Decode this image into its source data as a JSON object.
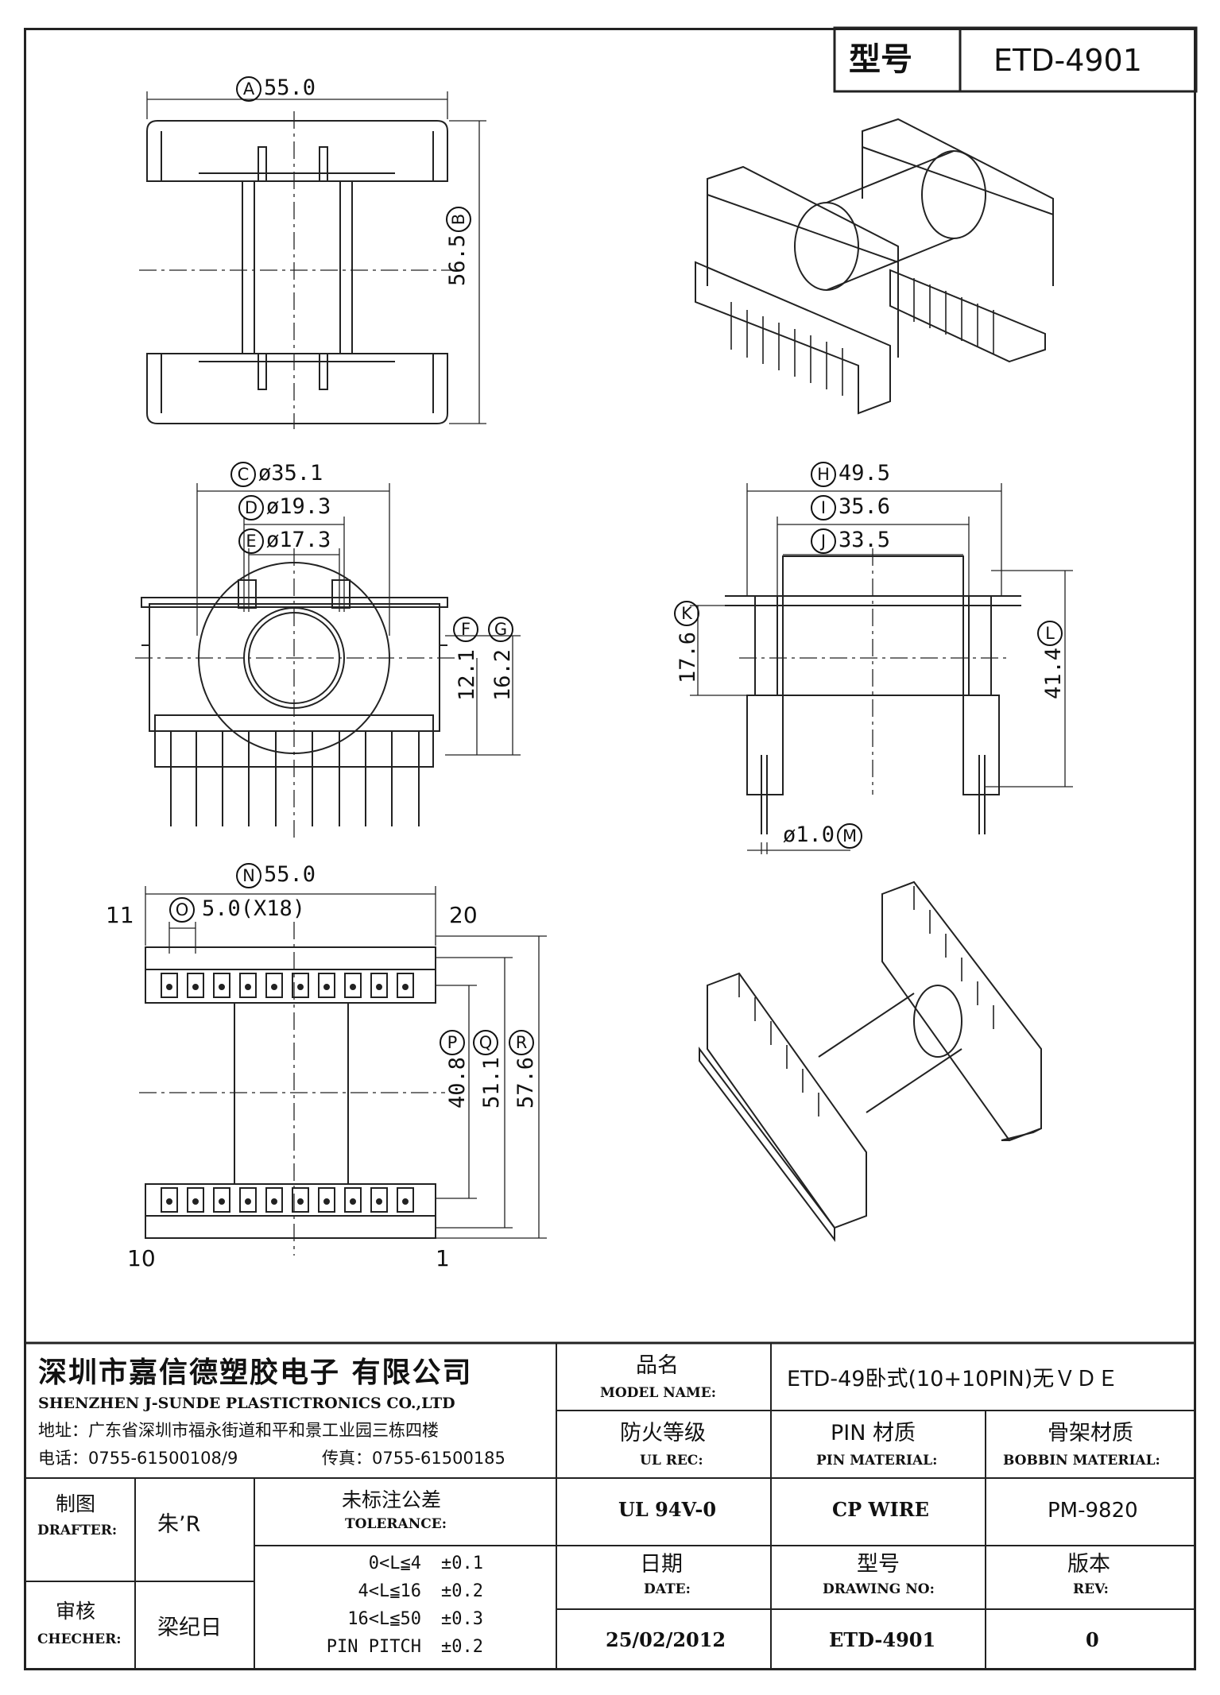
{
  "header": {
    "model_label": "型号",
    "model_value": "ETD-4901"
  },
  "top_view": {
    "A": {
      "tag": "A",
      "value": "55.0"
    },
    "B": {
      "tag": "B",
      "value": "56.5"
    }
  },
  "front_view": {
    "C": {
      "tag": "C",
      "value": "ø35.1"
    },
    "D": {
      "tag": "D",
      "value": "ø19.3"
    },
    "E": {
      "tag": "E",
      "value": "ø17.3"
    },
    "F": {
      "tag": "F",
      "value": "12.1"
    },
    "G": {
      "tag": "G",
      "value": "16.2"
    }
  },
  "side_view": {
    "H": {
      "tag": "H",
      "value": "49.5"
    },
    "I": {
      "tag": "I",
      "value": "35.6"
    },
    "J": {
      "tag": "J",
      "value": "33.5"
    },
    "K": {
      "tag": "K",
      "value": "17.6"
    },
    "L": {
      "tag": "L",
      "value": "41.4"
    },
    "M": {
      "tag": "M",
      "value": "ø1.0"
    }
  },
  "bottom_view": {
    "N": {
      "tag": "N",
      "value": "55.0"
    },
    "O": {
      "tag": "O",
      "value": "5.0(X18)"
    },
    "P": {
      "tag": "P",
      "value": "40.8"
    },
    "Q": {
      "tag": "Q",
      "value": "51.1"
    },
    "R": {
      "tag": "R",
      "value": "57.6"
    },
    "pin_tl": "11",
    "pin_tr": "20",
    "pin_bl": "10",
    "pin_br": "1"
  },
  "company": {
    "name_cn": "深圳市嘉信德塑胶电子 有限公司",
    "name_en": "SHENZHEN J-SUNDE PLASTICTRONICS CO.,LTD",
    "address": "地址：广东省深圳市福永街道和平和景工业园三栋四楼",
    "tel": "电话：0755-61500108/9",
    "fax": "传真：0755-61500185"
  },
  "titleblock": {
    "model_name_cn": "品名",
    "model_name_en": "MODEL NAME:",
    "model_name_value": "ETD-49卧式(10+10PIN)无ＶＤＥ",
    "ul_cn": "防火等级",
    "ul_en": "UL REC:",
    "ul_value": "UL 94V-0",
    "pin_cn": "PIN 材质",
    "pin_en": "PIN MATERIAL:",
    "pin_value": "CP WIRE",
    "bob_cn": "骨架材质",
    "bob_en": "BOBBIN MATERIAL:",
    "bob_value": "PM-9820",
    "drafter_cn": "制图",
    "drafter_en": "DRAFTER:",
    "drafter_value": "朱’R",
    "checker_cn": "审核",
    "checker_en": "CHECHER:",
    "checker_value": "梁纪日",
    "tol_cn": "未标注公差",
    "tol_en": "TOLERANCE:",
    "tol_rows": [
      {
        "range": "0<L≦4",
        "tol": "±0.1"
      },
      {
        "range": "4<L≦16",
        "tol": "±0.2"
      },
      {
        "range": "16<L≦50",
        "tol": "±0.3"
      },
      {
        "range": "PIN PITCH",
        "tol": "±0.2"
      }
    ],
    "date_cn": "日期",
    "date_en": "DATE:",
    "date_value": "25/02/2012",
    "drawno_cn": "型号",
    "drawno_en": "DRAWING NO:",
    "drawno_value": "ETD-4901",
    "rev_cn": "版本",
    "rev_en": "REV:",
    "rev_value": "0"
  }
}
